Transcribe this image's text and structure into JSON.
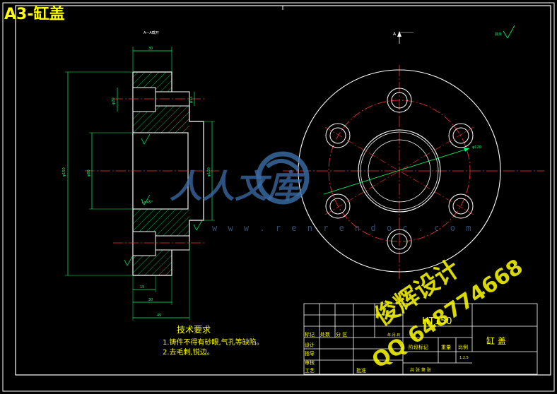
{
  "sheet_title": "A3-缸盖",
  "section_label": "A—A截开",
  "view_label": "A",
  "roughness_note": "其余",
  "dimensions": {
    "top_width": "30",
    "hole_dia_1": "φ20",
    "hole_dia_2": "φ11",
    "left_dia": "φ150",
    "bore_dia": "φ80",
    "right_dia": "φ100",
    "chamfer": "1×45°",
    "bottom_1": "15",
    "bottom_2": "30",
    "bottom_3": "45",
    "pcd": "φ120"
  },
  "tech_requirements": {
    "title": "技术要求",
    "notes": [
      "1.铸件不得有砂眼,气孔等缺陷。",
      "2.去毛刺,锐边。"
    ]
  },
  "title_block": {
    "material": "HT150",
    "part_name": "缸 盖",
    "scale": "1:2.5",
    "labels": {
      "mark": "标记",
      "count": "处数",
      "zone": "分 区",
      "design": "设计",
      "check": "审核",
      "process": "工艺",
      "guide": "指导",
      "approve": "批准",
      "stage": "阶段标记",
      "weight": "重量",
      "ratio": "比例",
      "sheet": "共 张 第 张",
      "date": "年.月.日"
    }
  },
  "watermark": {
    "designer": "俊辉设计",
    "qq": "QQ 648774668",
    "logo": "人人文库",
    "url": "w w w . r e n r e n d o c . c o m"
  },
  "colors": {
    "background": "#000000",
    "outline": "#ffffff",
    "centerline": "#ff3030",
    "dimension": "#00ff66",
    "text": "#ffff00",
    "frame": "#ffffff"
  }
}
